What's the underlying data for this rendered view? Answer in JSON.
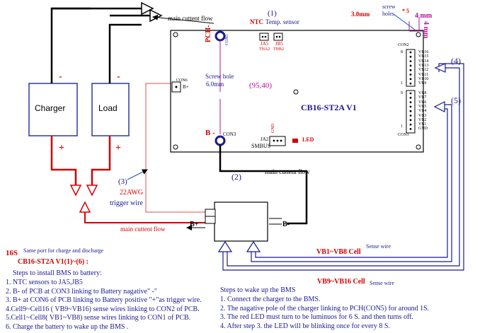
{
  "wiring": {
    "charger_label": "Charger",
    "load_label": "Load",
    "charger_neg": "-",
    "load_neg": "-",
    "charger_pos": "+",
    "load_pos": "+",
    "main_current_top": "main cuttent flow",
    "main_current_mid": "main cuttent flow",
    "main_current_bottom": "main cuttent flow",
    "trigger_num": "(3)",
    "awg": "22AWG",
    "trigger_wire": "trigger wire",
    "neg_wire_num": "(2)"
  },
  "board": {
    "name": "CB16-ST2A V1",
    "ntc_num": "(1)",
    "ntc": "NTC",
    "temp_sensor": "Temp. sensor",
    "pch": "PCH-",
    "con5": "CON5",
    "ja5": "JA5",
    "jb5": "JB5",
    "tha2": "THA2",
    "thb2": "THB2",
    "con6": "CON6",
    "bplus": "B+",
    "screw_hole_1": "Screw hole",
    "screw_hole_2": "6.0mm",
    "coord": "(95,40)",
    "bminus": "B -",
    "con3": "CON3",
    "gnd": "GND",
    "ja2": "JA2",
    "smbus": "SMBUS",
    "led": "LED",
    "con2": "CON2",
    "con1": "CON1",
    "con2_pins": [
      "VB16",
      "VB15",
      "VB14",
      "VB13",
      "VB12",
      "VB11",
      "VB10",
      "VB9"
    ],
    "con1_pins": [
      "VB8",
      "VB7",
      "VB6",
      "VB5",
      "VB4",
      "VB3",
      "VB2",
      "VB1",
      "GND"
    ],
    "pin8": "8",
    "pin1a": "1",
    "pin9": "9",
    "pin1b": "1"
  },
  "dims": {
    "three_mm": "3.0mm",
    "screw_holes_1": "screw",
    "screw_holes_2": "holes",
    "x5": "* 5",
    "four_mm_h": "4 mm",
    "four_mm_v": "4 mm"
  },
  "sense": {
    "num4": "(4)",
    "num5": "(5)",
    "vb1_8": "VB1~VB8 Cell",
    "sense_wire_1": "Sense wire",
    "vb9_16": "VB9~VB16 Cell",
    "sense_wire_2": "Sense wire"
  },
  "battery": {
    "bplus": "B+",
    "bminus": "B-",
    "main_current": "main cuttent flow"
  },
  "notes": {
    "s16": "16S",
    "same_port": "Same port for charge and discharge",
    "model": "CB16-ST2A V1(1)~(6) :",
    "steps_title": "Steps to install BMS to battery:",
    "steps": [
      "1. NTC sensors to JA5,JB5",
      "2. B- of PCB at CON3 linking to Battery nagative\" -\"",
      "3. B+ at CON6 of PCB linking to Battery positive \"+\"as  trigger wire.",
      "4.Cell9~Cell16 ( VB9~VB16) sense wires linking to CON2 of PCB.",
      "5.Cell1~Cell8( VB1~VB8) sense wires linking to CON1 of PCB.",
      "6. Charge the battery to wake up the BMS ."
    ],
    "wake_title": "Steps to wake up the BMS",
    "wake": [
      "1. Connect the charger to the BMS.",
      "2. The nagative pole of the charger linking to PCH(CON5) for  around 1S.",
      "3. The red LED must turn to be luminuos for 6 S. and then turns off.",
      "4. After step 3. the LED will be blinking once for every 8 S."
    ]
  }
}
